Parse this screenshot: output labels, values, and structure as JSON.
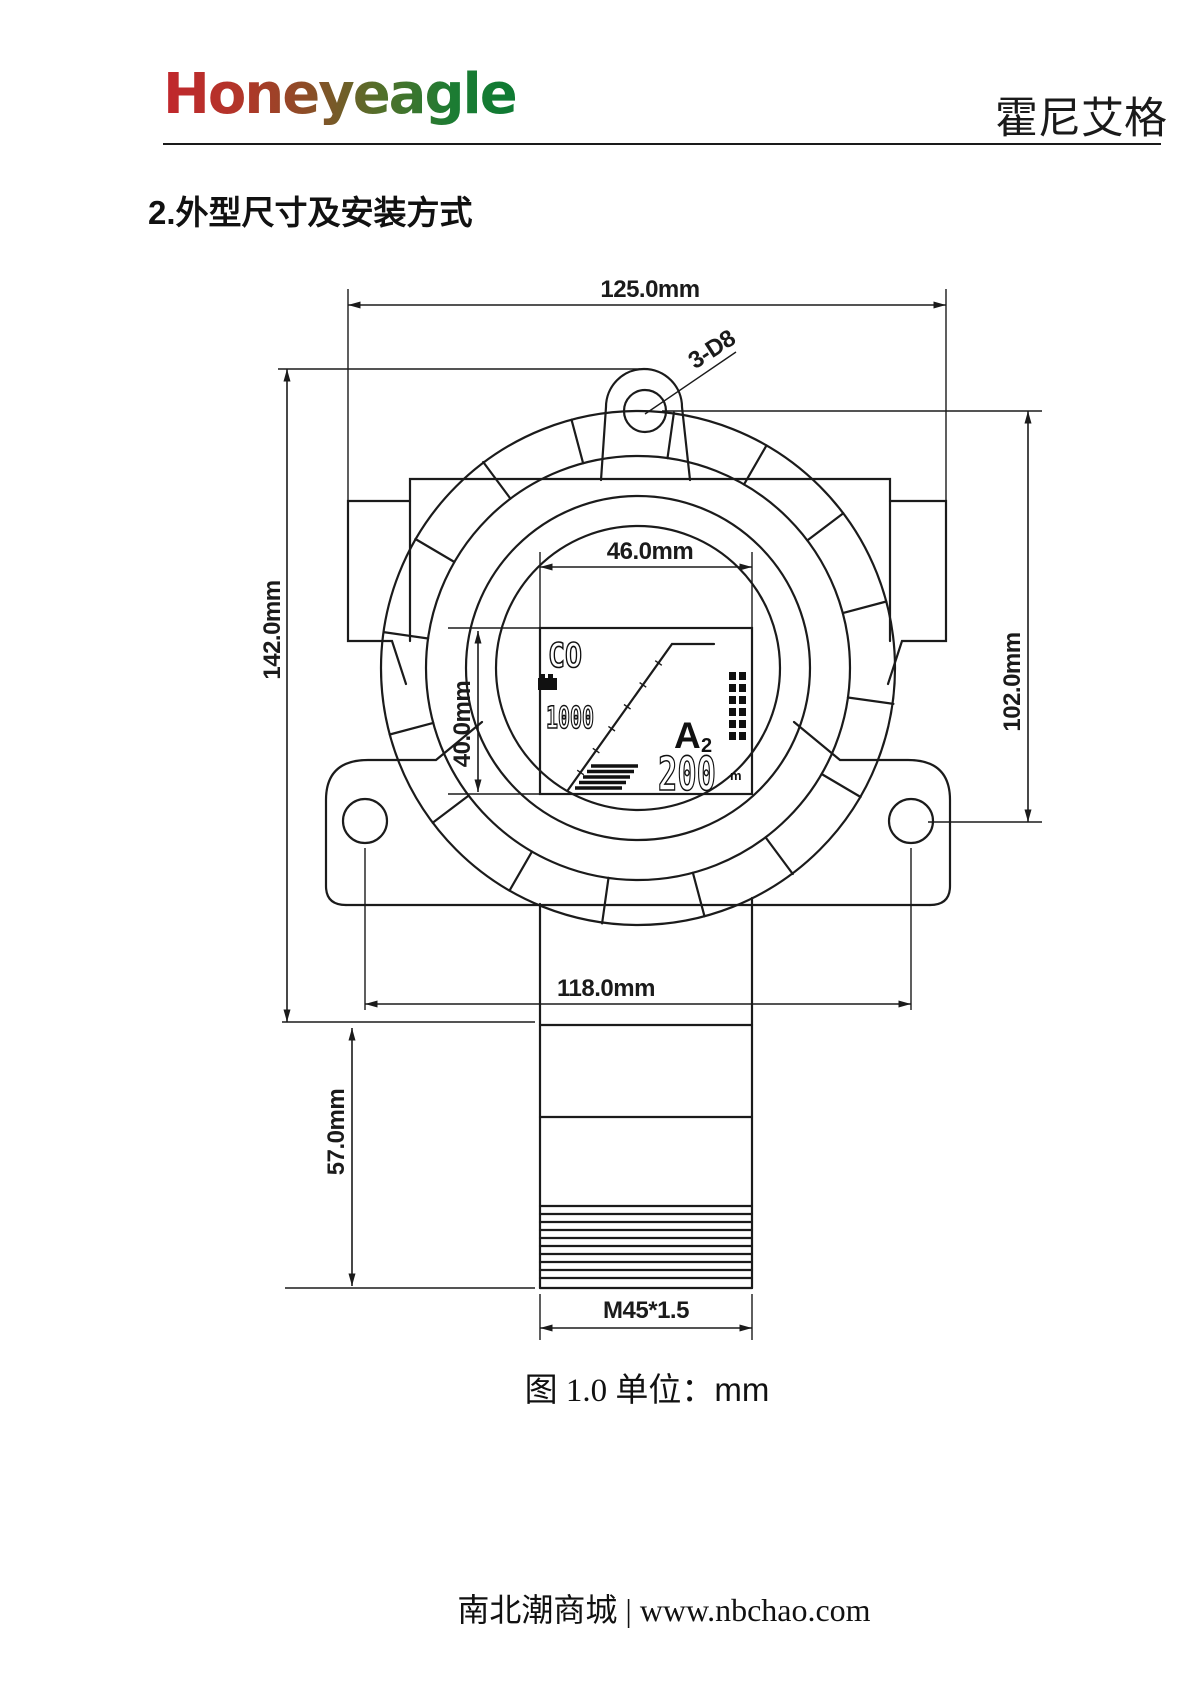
{
  "header": {
    "logo_text": "Honeyeagle",
    "brand_cn": "霍尼艾格",
    "logo_gradient": [
      "#c1272d",
      "#8a4f27",
      "#0e7a33"
    ]
  },
  "section_title": "2.外型尺寸及安装方式",
  "drawing": {
    "line_color": "#1b1b1b",
    "dims": {
      "top_width": "125.0mm",
      "hole_label": "3-D8",
      "overall_height": "142.0mm",
      "display_width": "46.0mm",
      "display_height": "40.0mm",
      "right_height": "102.0mm",
      "bottom_width": "118.0mm",
      "sensor_height": "57.0mm",
      "thread_spec": "M45*1.5"
    },
    "lcd": {
      "gas": "CO",
      "range_value": "1000",
      "alarm_letter": "A",
      "alarm_sub": "2",
      "reading": "200",
      "reading_unit": "m"
    }
  },
  "caption": {
    "prefix": "图 1.0 单位：",
    "unit": "mm"
  },
  "footer": {
    "text": "南北潮商城 | www.nbchao.com"
  }
}
